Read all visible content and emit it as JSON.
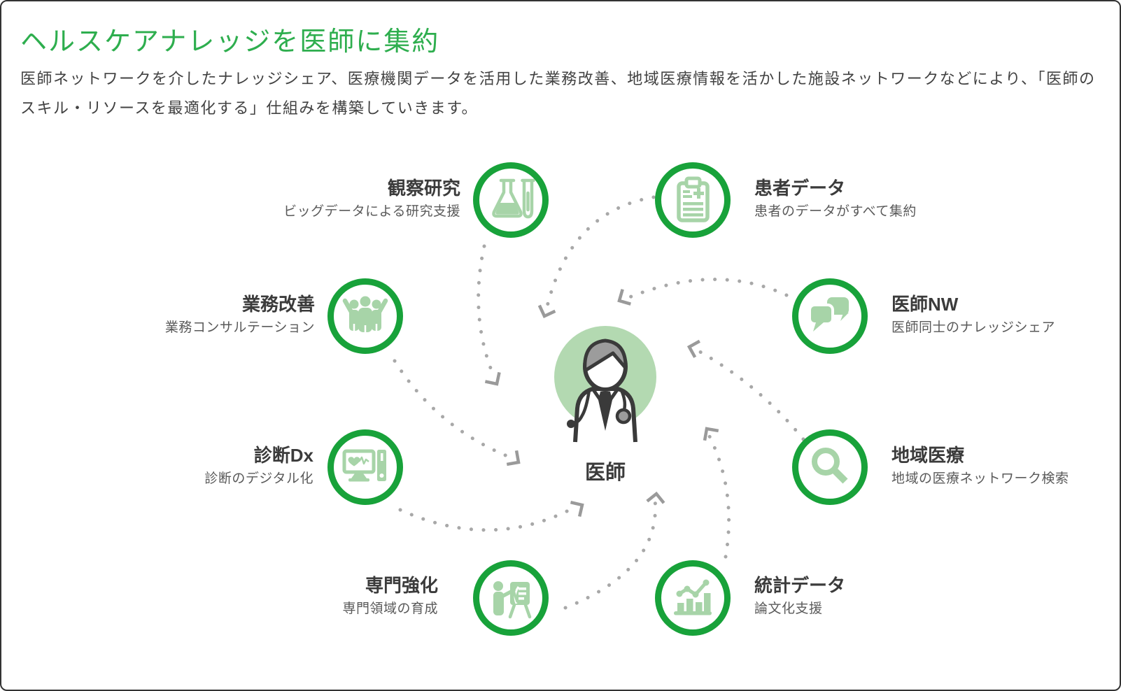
{
  "header": {
    "title": "ヘルスケアナレッジを医師に集約",
    "description": "医師ネットワークを介したナレッジシェア、医療機関データを活用した業務改善、地域医療情報を活かした施設ネットワークなどにより、「医師のスキル・リソースを最適化する」仕組みを構築していきます。"
  },
  "center": {
    "label": "医師",
    "icon": "doctor-icon"
  },
  "nodes": [
    {
      "title": "観察研究",
      "subtitle": "ビッグデータによる研究支援",
      "icon": "flask-icon"
    },
    {
      "title": "患者データ",
      "subtitle": "患者のデータがすべて集約",
      "icon": "clipboard-icon"
    },
    {
      "title": "業務改善",
      "subtitle": "業務コンサルテーション",
      "icon": "team-icon"
    },
    {
      "title": "医師NW",
      "subtitle": "医師同士のナレッジシェア",
      "icon": "chat-bubbles-icon"
    },
    {
      "title": "診断Dx",
      "subtitle": "診断のデジタル化",
      "icon": "computer-icon"
    },
    {
      "title": "地域医療",
      "subtitle": "地域の医療ネットワーク検索",
      "icon": "search-icon"
    },
    {
      "title": "専門強化",
      "subtitle": "専門領域の育成",
      "icon": "training-icon"
    },
    {
      "title": "統計データ",
      "subtitle": "論文化支援",
      "icon": "chart-icon"
    }
  ],
  "colors": {
    "ring_green": "#18a23a",
    "icon_green": "#a7d4a8",
    "center_circle_green": "#b3d9b1",
    "heading_green": "#2eae4e",
    "dot_gray": "#a8a8a8",
    "text_dark": "#3b3b3b",
    "text_gray": "#5a5a5a"
  }
}
